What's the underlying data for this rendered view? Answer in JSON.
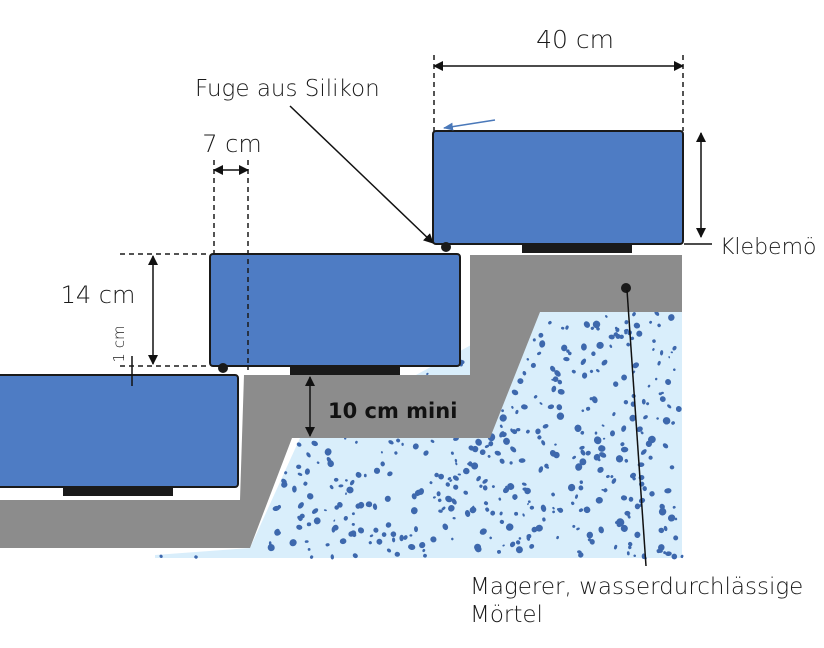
{
  "diagram": {
    "labels": {
      "width_step": "40 cm",
      "silicone_joint": "Fuge aus Silikon",
      "overhang": "7 cm",
      "step_height": "14 cm",
      "gap": "1 cm",
      "adhesive_mortar": "Klebemö",
      "min_thickness": "10 cm mini",
      "lean_mortar_line1": "Magerer, wasserdurchlässige",
      "lean_mortar_line2": "Mörtel"
    },
    "colors": {
      "step_fill": "#4e7cc4",
      "step_stroke": "#1a1a1a",
      "concrete": "#8c8c8c",
      "drainage_mortar": "#d9eefb",
      "aggregate": "#3d68ad",
      "adhesive": "#1a1a1a",
      "arrow_accent": "#4a78b9"
    }
  }
}
